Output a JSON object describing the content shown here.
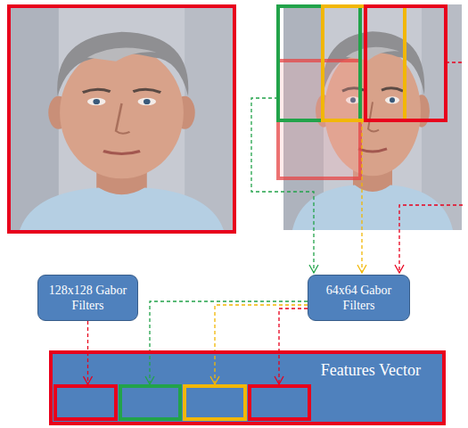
{
  "diagram": {
    "nodes": [
      {
        "text": [
          "128x128 Gabor Filters"
        ]
      },
      {
        "text": [
          "64x64 Gabor Filters"
        ]
      },
      {
        "text": [
          "Features Vector"
        ]
      }
    ],
    "edges": [
      {
        "from": 0,
        "to": 2,
        "arrow": "to"
      },
      {
        "from": 1,
        "to": 2,
        "arrow": "to"
      },
      {
        "from": 1,
        "to": 2,
        "arrow": "to"
      },
      {
        "from": 1,
        "to": 2,
        "arrow": "to"
      }
    ]
  }
}
